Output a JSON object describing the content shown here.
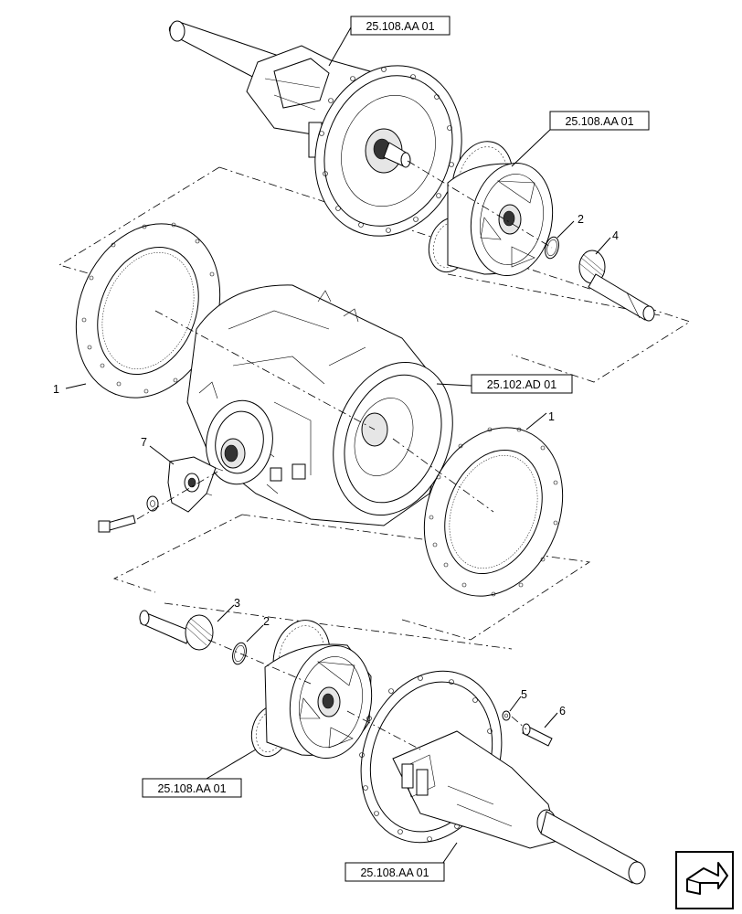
{
  "references": [
    {
      "label": "25.108.AA 01"
    },
    {
      "label": "25.108.AA 01"
    },
    {
      "label": "25.102.AD 01"
    },
    {
      "label": "25.108.AA 01"
    },
    {
      "label": "25.108.AA 01"
    }
  ],
  "callouts": [
    {
      "number": "1"
    },
    {
      "number": "1"
    },
    {
      "number": "2"
    },
    {
      "number": "2"
    },
    {
      "number": "3"
    },
    {
      "number": "4"
    },
    {
      "number": "5"
    },
    {
      "number": "6"
    },
    {
      "number": "7"
    }
  ],
  "nav_icon": "next-page-arrow-icon"
}
